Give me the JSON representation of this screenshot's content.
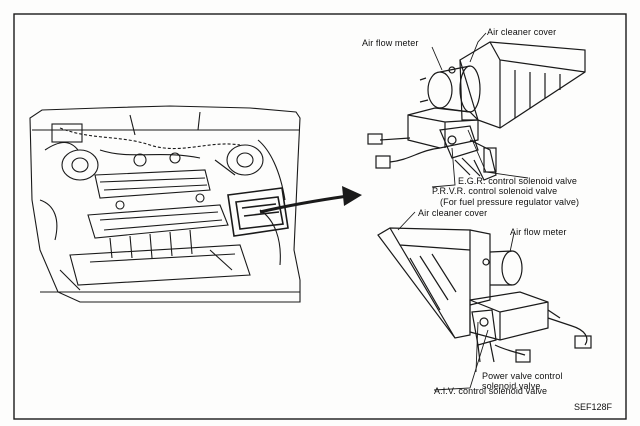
{
  "labels": {
    "air_flow_meter_top": "Air flow meter",
    "air_cleaner_cover_top": "Air cleaner cover",
    "egr_solenoid": "E.G.R. control solenoid valve",
    "prvr_solenoid": "P.R.V.R. control solenoid valve",
    "prvr_note": "(For fuel pressure regulator valve)",
    "air_cleaner_cover_bottom": "Air cleaner cover",
    "air_flow_meter_bottom": "Air flow meter",
    "power_valve_line1": "Power valve control",
    "power_valve_line2": "solenoid valve",
    "aiv_solenoid": "A.I.V. control solenoid valve"
  },
  "figure_code": "SEF128F",
  "colors": {
    "ink": "#1a1a1a",
    "paper": "#fdfdfc"
  }
}
